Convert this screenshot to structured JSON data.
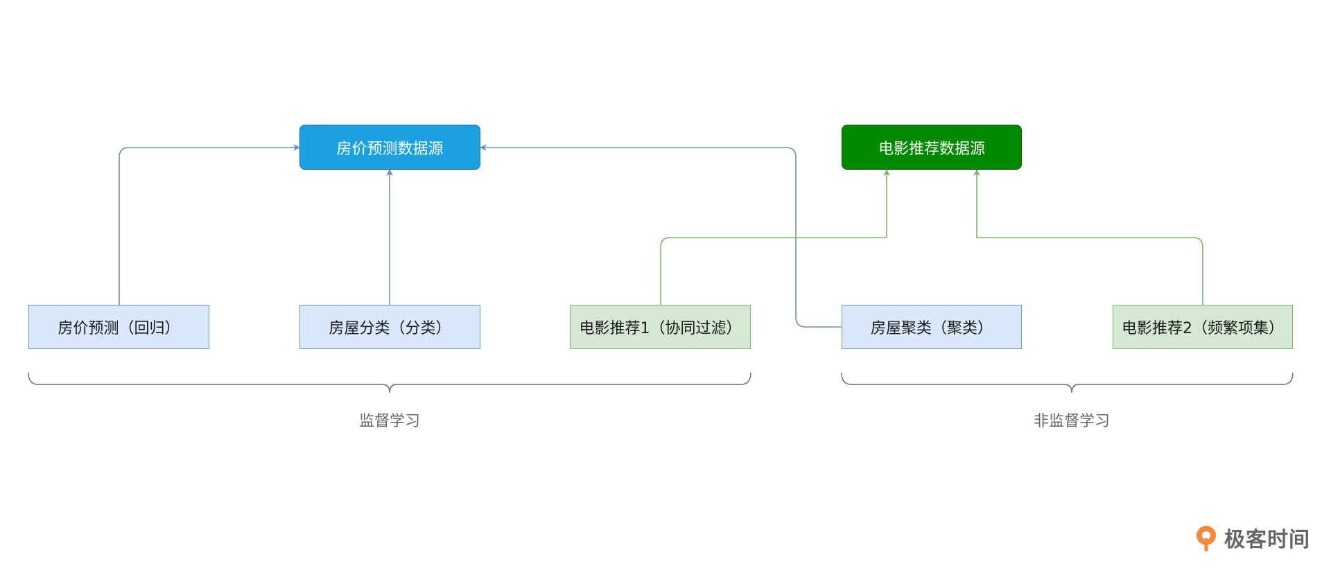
{
  "sources": {
    "house_price": "房价预测数据源",
    "movie_recommend": "电影推荐数据源"
  },
  "algorithms": {
    "house_price_regression": "房价预测（回归）",
    "house_classification": "房屋分类（分类）",
    "movie_cf": "电影推荐1（协同过滤）",
    "house_clustering": "房屋聚类（聚类）",
    "movie_frequent": "电影推荐2（频繁项集）"
  },
  "groups": {
    "supervised": "监督学习",
    "unsupervised": "非监督学习"
  },
  "logo": {
    "text": "极客时间"
  },
  "colors": {
    "house_source_fill": "#1ba1e2",
    "movie_source_fill": "#008a00",
    "blue_box_fill": "#dae8fc",
    "blue_box_stroke": "#6c8ebf",
    "green_box_fill": "#d5e8d4",
    "green_box_stroke": "#82b366",
    "logo_accent": "#f5883a"
  },
  "icons": {
    "logo": "geek-time-logo-icon"
  }
}
